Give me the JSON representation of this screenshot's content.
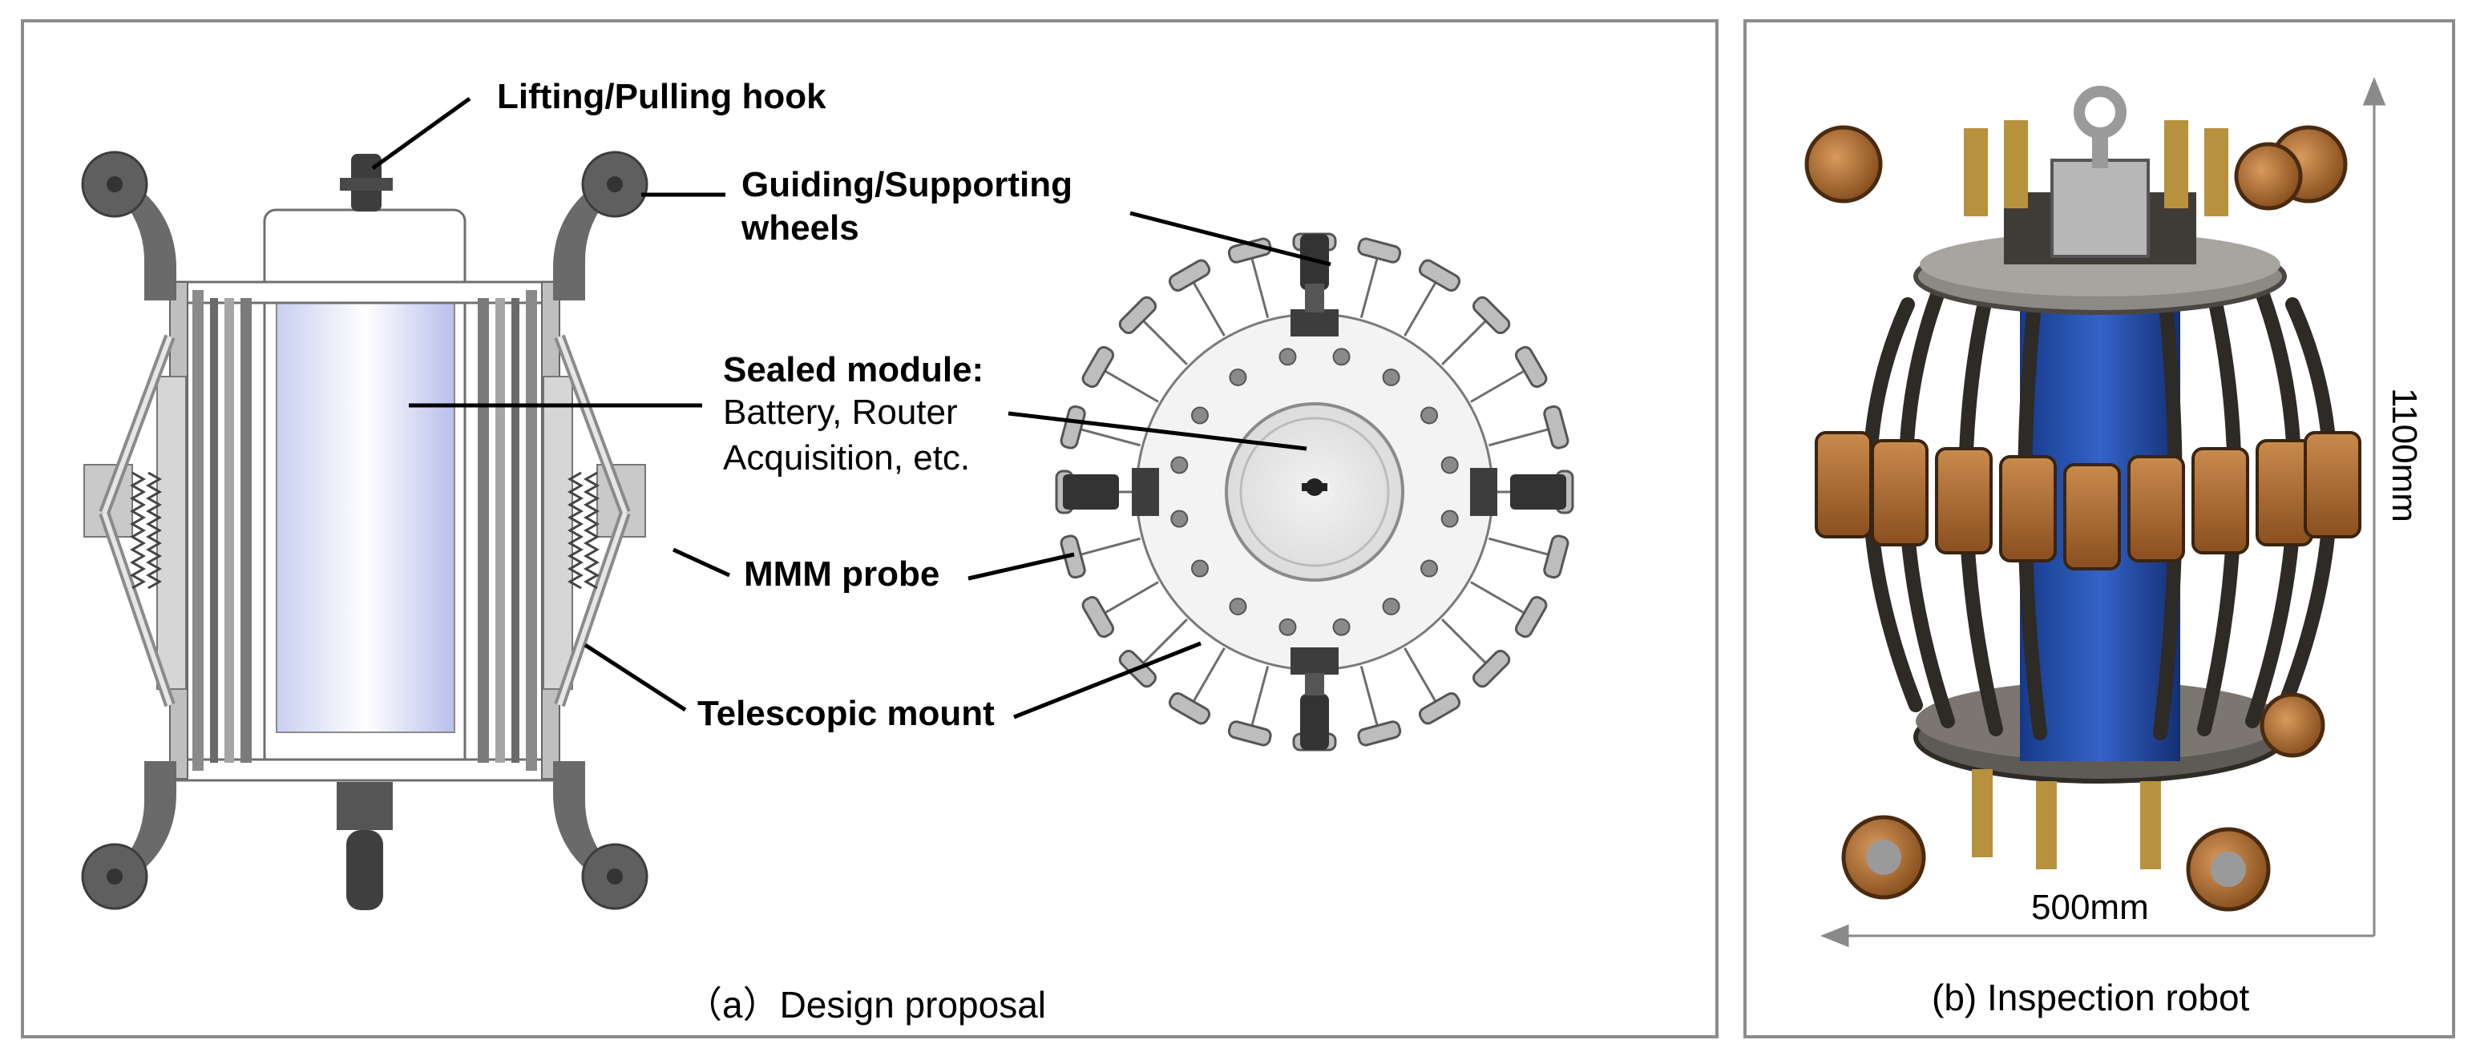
{
  "labels": {
    "hook": "Lifting/Pulling hook",
    "wheels_l1": "Guiding/Supporting",
    "wheels_l2": "wheels",
    "sealed_title": "Sealed module:",
    "sealed_l1": "Battery, Router",
    "sealed_l2": "Acquisition, etc.",
    "probe": "MMM probe",
    "mount": "Telescopic mount"
  },
  "captions": {
    "a": "（a）Design proposal",
    "b": "(b) Inspection robot"
  },
  "dimensions": {
    "height": "1100mm",
    "width": "500mm"
  },
  "colors": {
    "border": "#8c8c8c",
    "frame": "#7b7b7b",
    "frame_light": "#d9d9d9",
    "wheel": "#5a5a5a",
    "cylinder": "#dfe4f5",
    "robot_blue": "#1f4aa8",
    "robot_rust": "#b06a2a",
    "robot_dark": "#3a3530"
  }
}
